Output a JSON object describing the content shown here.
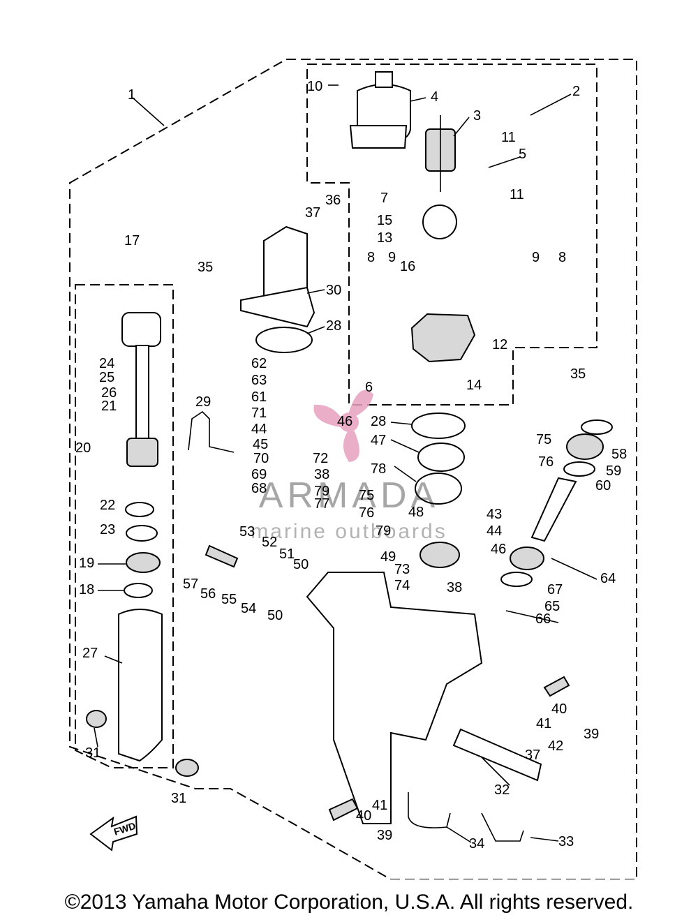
{
  "diagram": {
    "fwd_label": "FWD",
    "watermark": {
      "title": "ARMADA",
      "subtitle": "marine outboards"
    },
    "callouts": [
      {
        "id": "c1",
        "text": "1"
      },
      {
        "id": "c2",
        "text": "2"
      },
      {
        "id": "c3",
        "text": "3"
      },
      {
        "id": "c4",
        "text": "4"
      },
      {
        "id": "c5",
        "text": "5"
      },
      {
        "id": "c6",
        "text": "6"
      },
      {
        "id": "c7",
        "text": "7"
      },
      {
        "id": "c8a",
        "text": "8"
      },
      {
        "id": "c8b",
        "text": "8"
      },
      {
        "id": "c9a",
        "text": "9"
      },
      {
        "id": "c9b",
        "text": "9"
      },
      {
        "id": "c10",
        "text": "10"
      },
      {
        "id": "c11a",
        "text": "11"
      },
      {
        "id": "c11b",
        "text": "11"
      },
      {
        "id": "c12",
        "text": "12"
      },
      {
        "id": "c13",
        "text": "13"
      },
      {
        "id": "c14",
        "text": "14"
      },
      {
        "id": "c15",
        "text": "15"
      },
      {
        "id": "c16",
        "text": "16"
      },
      {
        "id": "c17",
        "text": "17"
      },
      {
        "id": "c18",
        "text": "18"
      },
      {
        "id": "c19",
        "text": "19"
      },
      {
        "id": "c20",
        "text": "20"
      },
      {
        "id": "c21",
        "text": "21"
      },
      {
        "id": "c22",
        "text": "22"
      },
      {
        "id": "c23",
        "text": "23"
      },
      {
        "id": "c24",
        "text": "24"
      },
      {
        "id": "c25",
        "text": "25"
      },
      {
        "id": "c26",
        "text": "26"
      },
      {
        "id": "c27",
        "text": "27"
      },
      {
        "id": "c28a",
        "text": "28"
      },
      {
        "id": "c28b",
        "text": "28"
      },
      {
        "id": "c29",
        "text": "29"
      },
      {
        "id": "c30",
        "text": "30"
      },
      {
        "id": "c31a",
        "text": "31"
      },
      {
        "id": "c31b",
        "text": "31"
      },
      {
        "id": "c32",
        "text": "32"
      },
      {
        "id": "c33",
        "text": "33"
      },
      {
        "id": "c34",
        "text": "34"
      },
      {
        "id": "c35a",
        "text": "35"
      },
      {
        "id": "c35b",
        "text": "35"
      },
      {
        "id": "c36",
        "text": "36"
      },
      {
        "id": "c37a",
        "text": "37"
      },
      {
        "id": "c37b",
        "text": "37"
      },
      {
        "id": "c38a",
        "text": "38"
      },
      {
        "id": "c38b",
        "text": "38"
      },
      {
        "id": "c39a",
        "text": "39"
      },
      {
        "id": "c39b",
        "text": "39"
      },
      {
        "id": "c40a",
        "text": "40"
      },
      {
        "id": "c40b",
        "text": "40"
      },
      {
        "id": "c41a",
        "text": "41"
      },
      {
        "id": "c41b",
        "text": "41"
      },
      {
        "id": "c42",
        "text": "42"
      },
      {
        "id": "c43",
        "text": "43"
      },
      {
        "id": "c44a",
        "text": "44"
      },
      {
        "id": "c44b",
        "text": "44"
      },
      {
        "id": "c45",
        "text": "45"
      },
      {
        "id": "c46a",
        "text": "46"
      },
      {
        "id": "c46b",
        "text": "46"
      },
      {
        "id": "c47",
        "text": "47"
      },
      {
        "id": "c48",
        "text": "48"
      },
      {
        "id": "c49",
        "text": "49"
      },
      {
        "id": "c50a",
        "text": "50"
      },
      {
        "id": "c50b",
        "text": "50"
      },
      {
        "id": "c51",
        "text": "51"
      },
      {
        "id": "c52",
        "text": "52"
      },
      {
        "id": "c53",
        "text": "53"
      },
      {
        "id": "c54",
        "text": "54"
      },
      {
        "id": "c55",
        "text": "55"
      },
      {
        "id": "c56",
        "text": "56"
      },
      {
        "id": "c57",
        "text": "57"
      },
      {
        "id": "c58",
        "text": "58"
      },
      {
        "id": "c59",
        "text": "59"
      },
      {
        "id": "c60",
        "text": "60"
      },
      {
        "id": "c61",
        "text": "61"
      },
      {
        "id": "c62",
        "text": "62"
      },
      {
        "id": "c63",
        "text": "63"
      },
      {
        "id": "c64",
        "text": "64"
      },
      {
        "id": "c65",
        "text": "65"
      },
      {
        "id": "c66",
        "text": "66"
      },
      {
        "id": "c67",
        "text": "67"
      },
      {
        "id": "c68",
        "text": "68"
      },
      {
        "id": "c69",
        "text": "69"
      },
      {
        "id": "c70",
        "text": "70"
      },
      {
        "id": "c71",
        "text": "71"
      },
      {
        "id": "c72",
        "text": "72"
      },
      {
        "id": "c73",
        "text": "73"
      },
      {
        "id": "c74",
        "text": "74"
      },
      {
        "id": "c75a",
        "text": "75"
      },
      {
        "id": "c75b",
        "text": "75"
      },
      {
        "id": "c76a",
        "text": "76"
      },
      {
        "id": "c76b",
        "text": "76"
      },
      {
        "id": "c77",
        "text": "77"
      },
      {
        "id": "c78",
        "text": "78"
      },
      {
        "id": "c79a",
        "text": "79"
      },
      {
        "id": "c79b",
        "text": "79"
      }
    ]
  },
  "footer": {
    "copyright": "©2013 Yamaha Motor Corporation, U.S.A. All rights reserved."
  },
  "colors": {
    "line": "#000000",
    "background": "#ffffff",
    "watermark_logo": "#e8a0c0"
  }
}
